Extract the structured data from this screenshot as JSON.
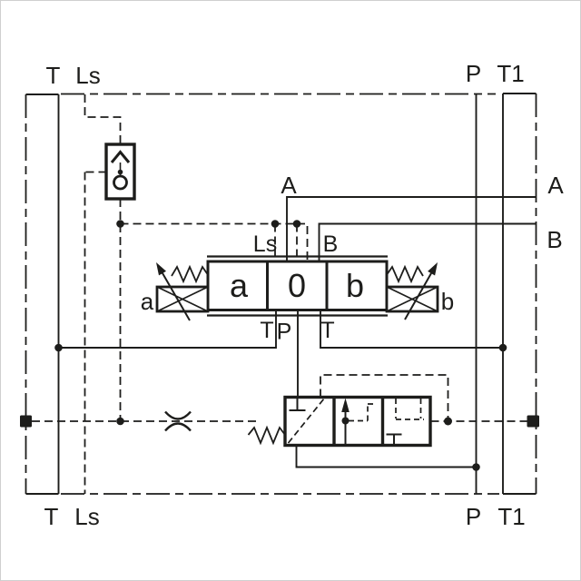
{
  "diagram_type": "hydraulic-valve-schematic",
  "colors": {
    "line": "#1d1d1b",
    "background": "#ffffff"
  },
  "labels": {
    "rail_top": {
      "t": "T",
      "ls": "Ls",
      "p": "P",
      "t1": "T1"
    },
    "rail_bottom": {
      "t": "T",
      "ls": "Ls",
      "p": "P",
      "t1": "T1"
    },
    "work_ports": {
      "a": "A",
      "b": "B",
      "corner_a": "A"
    },
    "valve_ports": {
      "ls": "Ls",
      "b": "B",
      "t_left": "T",
      "p": "P",
      "t_right": "T"
    },
    "spool_positions": {
      "a": "a",
      "neutral": "0",
      "b": "b"
    },
    "actuators": {
      "a": "a",
      "b": "b"
    }
  },
  "components": [
    "subplate-boundary",
    "tank-gallery-T",
    "tank-gallery-T1",
    "pressure-gallery-P",
    "load-sense-line-Ls",
    "check-valve",
    "main-spool-valve-a0b",
    "proportional-solenoid-a",
    "proportional-solenoid-b",
    "spring",
    "pressure-compensator",
    "fixed-orifice",
    "line-plug"
  ]
}
